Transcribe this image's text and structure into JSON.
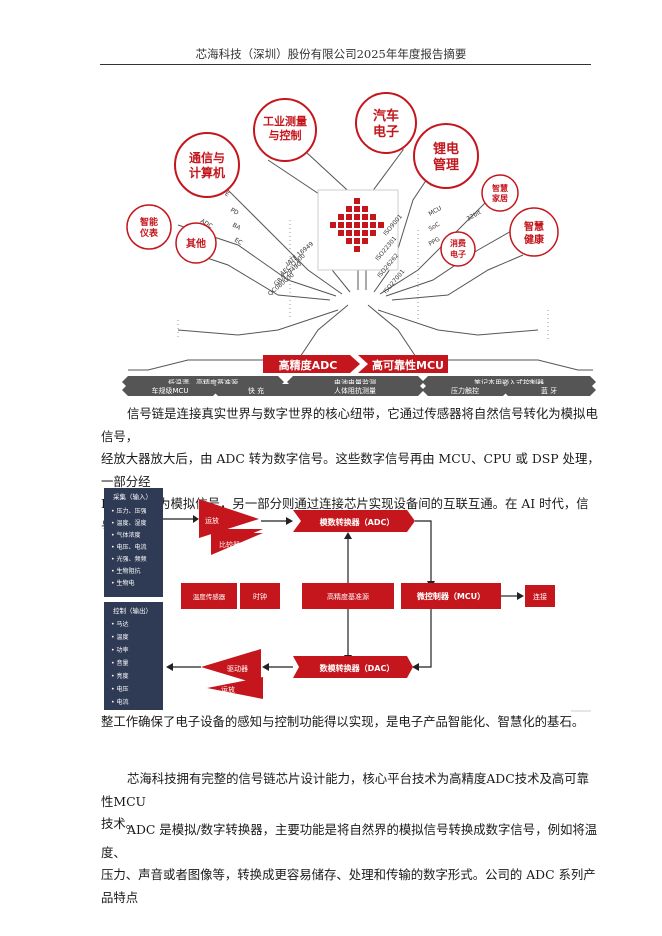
{
  "header": {
    "title": "芯海科技（深圳）股份有限公司2025年年度报告摘要"
  },
  "tree": {
    "circles": {
      "industrial": "工业测量与控制",
      "auto": "汽车电子",
      "comm": "通信与计算机",
      "battery": "锂电管理",
      "smart_home": "智慧家居",
      "smart_meter": "智能仪表",
      "smart_health": "智慧健康",
      "other": "其他",
      "consumer": "消费电子"
    },
    "branch_labels_left": [
      "AFE",
      "PD",
      "BA",
      "EC",
      "ADC"
    ],
    "branch_labels_right": [
      "BMS",
      "MCU",
      "SoC",
      "PPG",
      "32bit"
    ],
    "standards_left": [
      "IATF 16949",
      "AEC-Q100",
      "GB/T29490",
      "QC080000"
    ],
    "standards_right": [
      "ISO9001",
      "ISO22301",
      "ISO26262",
      "ISO27001"
    ],
    "core_left": "高精度ADC",
    "core_right": "高可靠性MCU",
    "banner_row1": [
      "低温漂、高精度基准源",
      "电池电量监测",
      "笔记本用嵌入式控制器"
    ],
    "banner_row2": [
      "车规级MCU",
      "快 充",
      "人体阻抗测量",
      "压力触控",
      "蓝 牙"
    ]
  },
  "para1": {
    "line1": "信号链是连接真实世界与数字世界的核心纽带，它通过传感器将自然信号转化为模拟电信号，",
    "line2": "经放大器放大后，由 ADC 转为数字信号。这些数字信号再由 MCU、CPU 或 DSP 处理，一部分经",
    "line3": "DAC 还原为模拟信号，另一部分则通过连接芯片实现设备间的互联互通。在 AI 时代，信号链的完"
  },
  "signal_chain": {
    "input_title": "采集（输入）",
    "input_items": [
      "压力、压强",
      "温度、湿度",
      "气体浓度",
      "电压、电流",
      "光强、频频",
      "生物阻抗",
      "生物电"
    ],
    "output_title": "控制（输出）",
    "output_items": [
      "马达",
      "温度",
      "功率",
      "音量",
      "亮度",
      "电压",
      "电流"
    ],
    "amp_in": "运放",
    "comparator": "比较器",
    "adc": "模数转换器（ADC）",
    "temp_sensor": "温度传感器",
    "clock": "时钟",
    "reference": "高精度基准源",
    "mcu": "微控制器（MCU）",
    "connect": "连接",
    "dac": "数模转换器（DAC）",
    "driver": "驱动器",
    "amp_out": "运放"
  },
  "para1_end": "整工作确保了电子设备的感知与控制功能得以实现，是电子产品智能化、智慧化的基石。",
  "para2": {
    "line1": "芯海科技拥有完整的信号链芯片设计能力，核心平台技术为高精度ADC技术及高可靠性MCU",
    "line2": "技术。"
  },
  "para3": {
    "line1": "ADC 是模拟/数字转换器，主要功能是将自然界的模拟信号转换成数字信号，例如将温度、",
    "line2": "压力、声音或者图像等，转换成更容易储存、处理和传输的数字形式。公司的 ADC 系列产品特点"
  }
}
